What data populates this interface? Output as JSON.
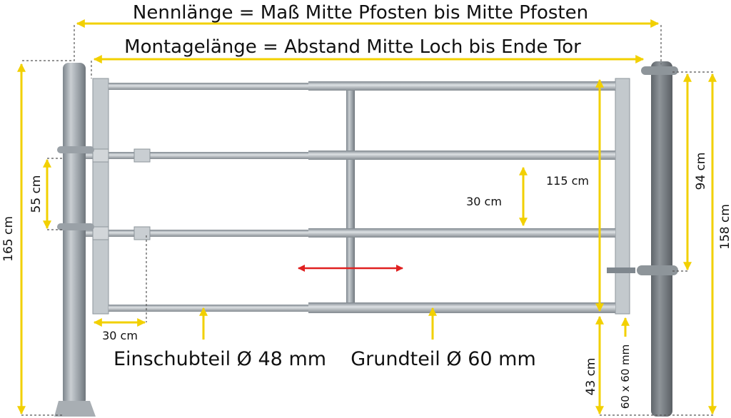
{
  "labels": {
    "nominal_length": "Nennlänge = Maß Mitte Pfosten bis Mitte Pfosten",
    "mounting_length": "Montagelänge = Abstand Mitte Loch bis Ende Tor",
    "post_height_left": "165 cm",
    "hinge_spacing": "55 cm",
    "telescopic_overlap": "30 cm",
    "rail_spacing": "30 cm",
    "gate_height": "115 cm",
    "ground_clearance": "43 cm",
    "frame_profile": "60 x 60 mm",
    "latch_height": "94 cm",
    "post_height_right": "158 cm",
    "insert_part": "Einschubteil Ø 48 mm",
    "base_part": "Grundteil Ø 60 mm"
  },
  "colors": {
    "dimension": "#f2d000",
    "adjust_arrow": "#e02020",
    "steel": "#a9b0b6"
  }
}
